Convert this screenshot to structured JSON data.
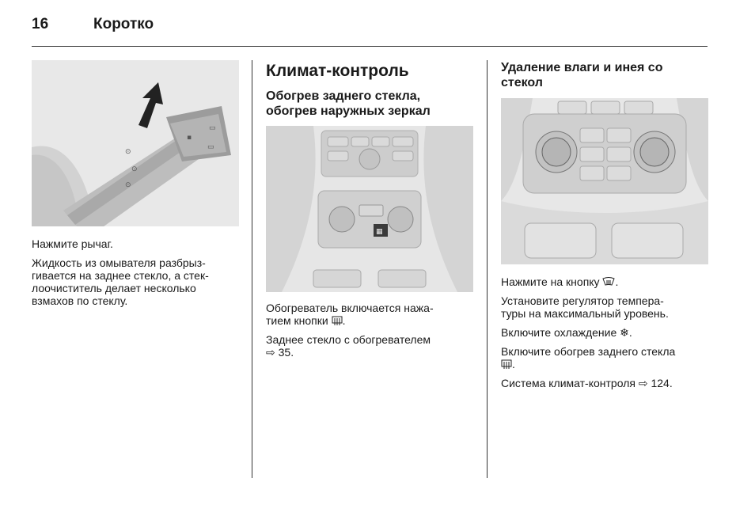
{
  "header": {
    "page_number": "16",
    "section": "Коротко"
  },
  "col1": {
    "paragraphs": [
      "Нажмите рычаг.",
      "Жидкость из омывателя разбрыз-\nгивается на заднее стекло, а стек-\nлоочиститель делает несколько\nвзмахов по стеклу."
    ]
  },
  "col2": {
    "title": "Климат-контроль",
    "subtitle": "Обогрев заднего стекла,\nобогрев наружных зеркал",
    "p1": "Обогреватель включается нажа-\nтием кнопки",
    "p1_end": ".",
    "p2": "Заднее стекло с обогревателем",
    "p2_ref": "35."
  },
  "col3": {
    "title": "Удаление влаги и инея со\nстекол",
    "p1": "Нажмите на кнопку",
    "p1_end": ".",
    "p2": "Установите регулятор темпера-\nтуры на максимальный уровень.",
    "p3": "Включите охлаждение",
    "p3_end": ".",
    "p4": "Включите обогрев заднего стекла",
    "p4_end": ".",
    "p5": "Система климат-контроля",
    "p5_ref": "124."
  }
}
